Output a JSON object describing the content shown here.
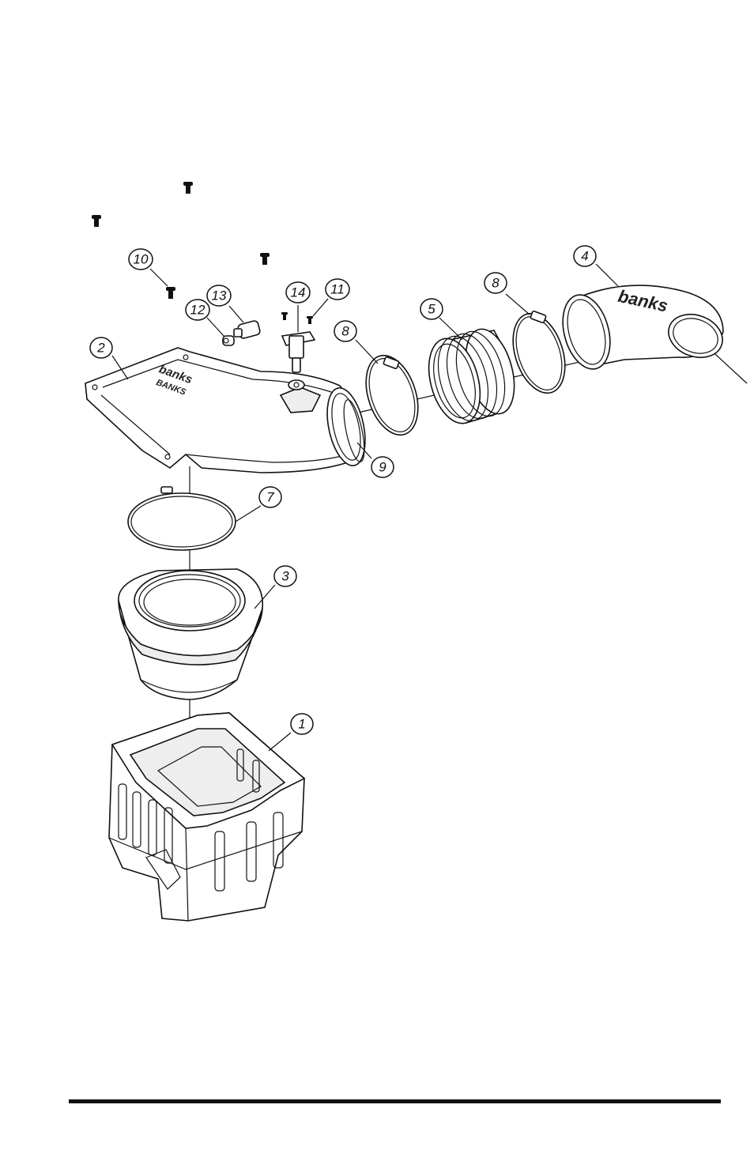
{
  "diagram": {
    "callouts": [
      {
        "id": "c1",
        "label": "1"
      },
      {
        "id": "c2",
        "label": "2"
      },
      {
        "id": "c3",
        "label": "3"
      },
      {
        "id": "c4",
        "label": "4"
      },
      {
        "id": "c5",
        "label": "5"
      },
      {
        "id": "c7",
        "label": "7"
      },
      {
        "id": "c8a",
        "label": "8"
      },
      {
        "id": "c8b",
        "label": "8"
      },
      {
        "id": "c9",
        "label": "9"
      },
      {
        "id": "c10",
        "label": "10"
      },
      {
        "id": "c11",
        "label": "11"
      },
      {
        "id": "c12",
        "label": "12"
      },
      {
        "id": "c13",
        "label": "13"
      },
      {
        "id": "c14",
        "label": "14"
      }
    ],
    "logos": {
      "tube_logo": "banks",
      "lid_logo_top": "banks",
      "lid_logo_bottom": "BANKS"
    }
  },
  "colors": {
    "line": "#111111",
    "background": "#ffffff"
  }
}
